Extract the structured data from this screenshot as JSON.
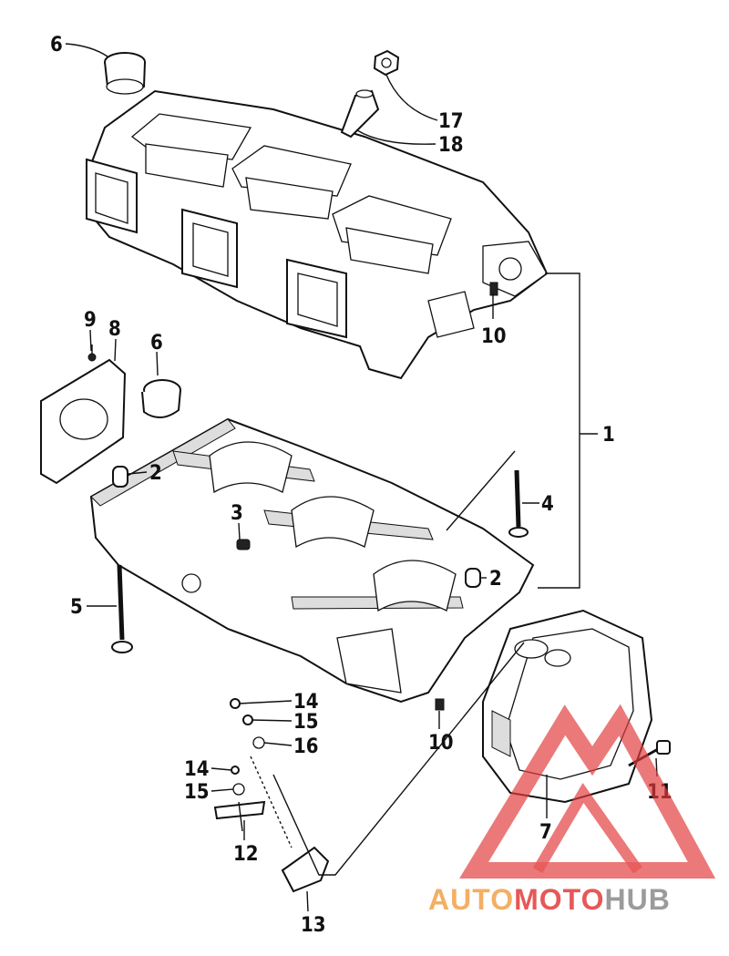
{
  "callouts": [
    {
      "id": "c6a",
      "label": "6"
    },
    {
      "id": "c17",
      "label": "17"
    },
    {
      "id": "c18",
      "label": "18"
    },
    {
      "id": "c10a",
      "label": "10"
    },
    {
      "id": "c9",
      "label": "9"
    },
    {
      "id": "c8",
      "label": "8"
    },
    {
      "id": "c6b",
      "label": "6"
    },
    {
      "id": "c1",
      "label": "1"
    },
    {
      "id": "c2a",
      "label": "2"
    },
    {
      "id": "c3",
      "label": "3"
    },
    {
      "id": "c4",
      "label": "4"
    },
    {
      "id": "c2b",
      "label": "2"
    },
    {
      "id": "c5",
      "label": "5"
    },
    {
      "id": "c14a",
      "label": "14"
    },
    {
      "id": "c15a",
      "label": "15"
    },
    {
      "id": "c16",
      "label": "16"
    },
    {
      "id": "c10b",
      "label": "10"
    },
    {
      "id": "c14b",
      "label": "14"
    },
    {
      "id": "c15b",
      "label": "15"
    },
    {
      "id": "c11",
      "label": "11"
    },
    {
      "id": "c12",
      "label": "12"
    },
    {
      "id": "c7",
      "label": "7"
    },
    {
      "id": "c13",
      "label": "13"
    }
  ],
  "watermark": {
    "part1": "AUTO",
    "part2": "MOTO",
    "part3": "HUB",
    "color_orange": "#f2a24a",
    "color_red": "#e23b3b",
    "color_gray": "#8a8a8a"
  }
}
